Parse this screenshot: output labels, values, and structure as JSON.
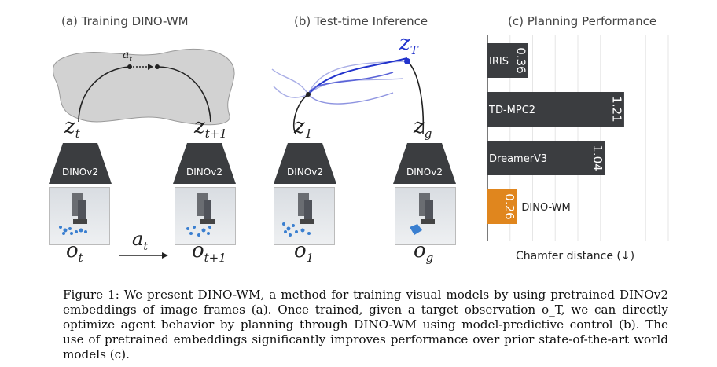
{
  "panels": {
    "a": {
      "title": "(a) Training DINO-WM",
      "z_t": "z",
      "z_t_sub": "t",
      "z_t1": "z",
      "z_t1_sub": "t+1",
      "action_top": "a",
      "action_top_sub": "t",
      "encoder": "DINOv2",
      "o_t": "o",
      "o_t_sub": "t",
      "o_t1": "o",
      "o_t1_sub": "t+1",
      "action_bottom": "a",
      "action_bottom_sub": "t"
    },
    "b": {
      "title": "(b) Test-time Inference",
      "z_T": "z",
      "z_T_sub": "T",
      "z_1": "z",
      "z_1_sub": "1",
      "z_g": "z",
      "z_g_sub": "g",
      "encoder": "DINOv2",
      "o_1": "o",
      "o_1_sub": "1",
      "o_g": "o",
      "o_g_sub": "g"
    },
    "c": {
      "title": "(c) Planning Performance",
      "xlabel": "Chamfer distance (↓)"
    }
  },
  "chart_data": {
    "type": "bar",
    "orientation": "horizontal",
    "title": "(c) Planning Performance",
    "xlabel": "Chamfer distance (↓)",
    "xlim": [
      0,
      1.6
    ],
    "grid": true,
    "categories": [
      "IRIS",
      "TD-MPC2",
      "DreamerV3",
      "DINO-WM"
    ],
    "values": [
      0.36,
      1.21,
      1.04,
      0.26
    ],
    "value_labels": [
      "0.36",
      "1.21",
      "1.04",
      "0.26"
    ],
    "colors": [
      "#3b3d40",
      "#3b3d40",
      "#3b3d40",
      "#e0861e"
    ]
  },
  "caption": {
    "prefix": "Figure 1: ",
    "text": "We present DINO-WM, a method for training visual models by using pretrained DINOv2 embeddings of image frames (a). Once trained, given a target observation o_T, we can directly optimize agent behavior by planning through DINO-WM using model-predictive control (b). The use of pretrained embeddings significantly improves performance over prior state-of-the-art world models (c)."
  },
  "colors": {
    "encoder": "#3b3d40",
    "highlight": "#e0861e",
    "trajectory": "#2233cc",
    "latent_blob": "#cfcfcf"
  }
}
